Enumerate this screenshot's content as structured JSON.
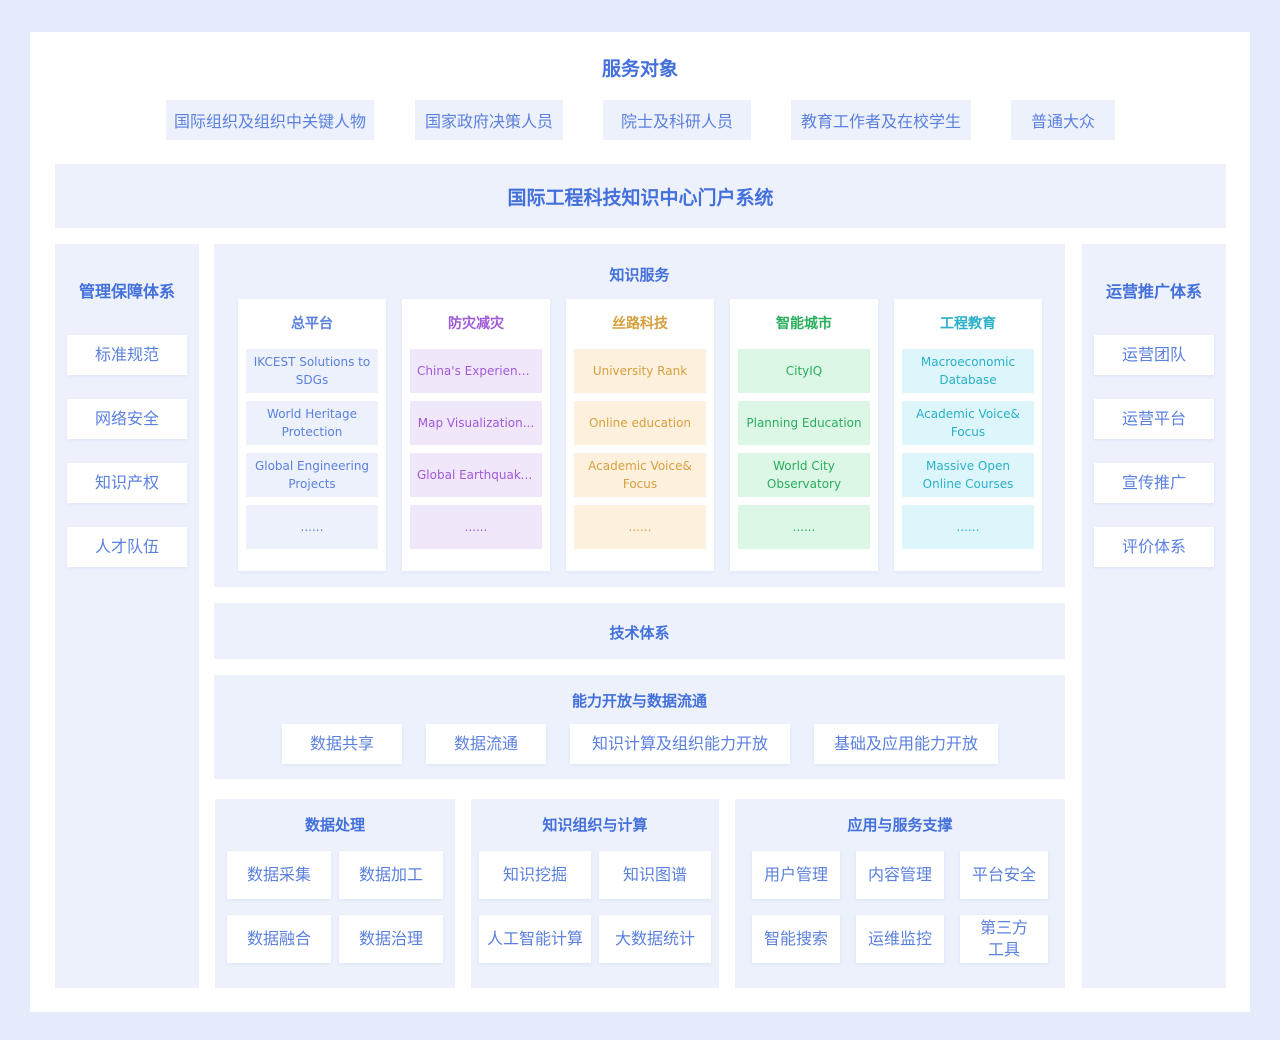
{
  "service_targets": {
    "title": "服务对象",
    "items": [
      "国际组织及组织中关键人物",
      "国家政府决策人员",
      "院士及科研人员",
      "教育工作者及在校学生",
      "普通大众"
    ]
  },
  "portal": {
    "title": "国际工程科技知识中心门户系统"
  },
  "management": {
    "title": "管理保障体系",
    "items": [
      "标准规范",
      "网络安全",
      "知识产权",
      "人才队伍"
    ]
  },
  "operations": {
    "title": "运营推广体系",
    "items": [
      "运营团队",
      "运营平台",
      "宣传推广",
      "评价体系"
    ]
  },
  "knowledge_service": {
    "title": "知识服务",
    "columns": [
      {
        "title": "总平台",
        "color": "#5b80de",
        "cell_bg": "#edf1fc",
        "items": [
          "IKCEST Solutions to SDGs",
          "World Heritage Protection",
          "Global Engineering Projects",
          "......"
        ]
      },
      {
        "title": "防灾减灾",
        "color": "#a05ad8",
        "cell_bg": "#f1e7fb",
        "items": [
          "China's Experience...",
          "Map Visualization...",
          "Global Earthquake...",
          "......"
        ]
      },
      {
        "title": "丝路科技",
        "color": "#d6a040",
        "cell_bg": "#fdf0dc",
        "items": [
          "University Rank",
          "Online education",
          "Academic Voice& Focus",
          "......"
        ]
      },
      {
        "title": "智能城市",
        "color": "#2aae5e",
        "cell_bg": "#dcf7e6",
        "items": [
          "CityIQ",
          "Planning Education",
          "World City Observatory",
          "......"
        ]
      },
      {
        "title": "工程教育",
        "color": "#2ab0c8",
        "cell_bg": "#dcf6fb",
        "items": [
          "Macroeconomic Database",
          "Academic Voice& Focus",
          "Massive Open Online Courses",
          "......"
        ]
      }
    ]
  },
  "tech_system": {
    "title": "技术体系"
  },
  "capability": {
    "title": "能力开放与数据流通",
    "items": [
      "数据共享",
      "数据流通",
      "知识计算及组织能力开放",
      "基础及应用能力开放"
    ]
  },
  "data_processing": {
    "title": "数据处理",
    "items": [
      "数据采集",
      "数据加工",
      "数据融合",
      "数据治理"
    ]
  },
  "knowledge_org": {
    "title": "知识组织与计算",
    "items": [
      "知识挖掘",
      "知识图谱",
      "人工智能计算",
      "大数据统计"
    ]
  },
  "app_support": {
    "title": "应用与服务支撑",
    "items": [
      "用户管理",
      "内容管理",
      "平台安全",
      "智能搜索",
      "运维监控",
      "第三方\n工具"
    ]
  }
}
